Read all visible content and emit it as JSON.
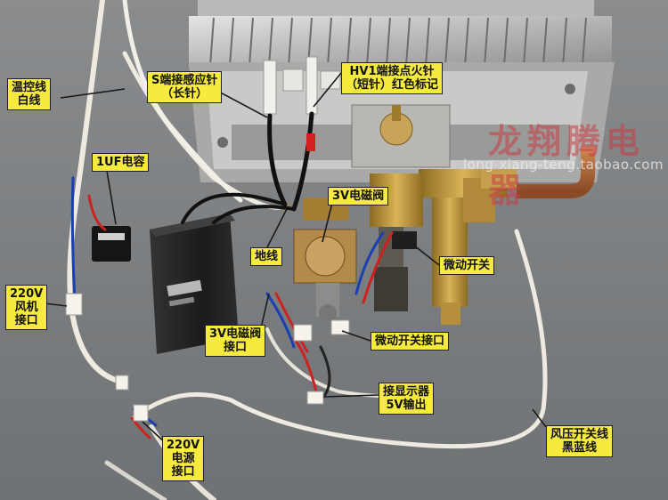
{
  "labels": {
    "temp_wire": [
      "温控线",
      "白线"
    ],
    "s_terminal": [
      "S端接感应针",
      "（长针）"
    ],
    "hv1_terminal": [
      "HV1端接点火针",
      "（短针）红色标记"
    ],
    "capacitor": "1UF电容",
    "solenoid_valve": "3V电磁阀",
    "ground": "地线",
    "micro_switch": "微动开关",
    "fan_port": [
      "220V",
      "风机",
      "接口"
    ],
    "solenoid_port": [
      "3V电磁阀",
      "接口"
    ],
    "micro_switch_port": "微动开关接口",
    "display_port": [
      "接显示器",
      "5V输出"
    ],
    "power_port": [
      "220V",
      "电源",
      "接口"
    ],
    "pressure_switch_wire": [
      "风压开关线",
      "黑蓝线"
    ]
  },
  "watermark": {
    "brand": "龙翔腾电器",
    "url": "long-xiang-teng.taobao.com"
  },
  "colors": {
    "label_bg": "#f6ea3f",
    "leader_line": "#1a1a1a",
    "red_marker": "#d42020",
    "watermark": "#c83c46"
  }
}
